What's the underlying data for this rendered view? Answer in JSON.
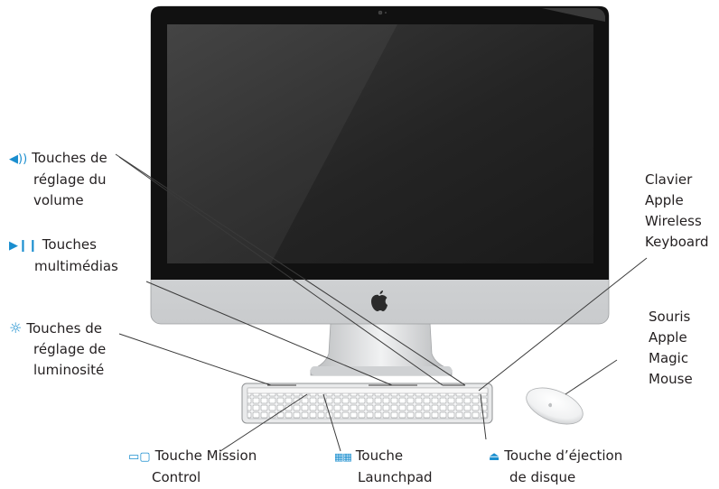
{
  "labels": {
    "volume": [
      "Touches de",
      "réglage du",
      "volume"
    ],
    "media": [
      "Touches",
      "multimédias"
    ],
    "brightness": [
      "Touches de",
      "réglage de",
      "luminosité"
    ],
    "keyboard": [
      "Clavier",
      "Apple",
      "Wireless",
      "Keyboard"
    ],
    "mouse": [
      "Souris",
      "Apple",
      "Magic",
      "Mouse"
    ],
    "mission": [
      "Touche Mission",
      "Control"
    ],
    "launchpad": [
      "Touche",
      "Launchpad"
    ],
    "eject": [
      "Touche d’éjection",
      "de disque"
    ]
  },
  "icons": {
    "volume": "speaker-icon",
    "media": "play-pause-icon",
    "brightness": "sun-icon",
    "mission": "mission-control-icon",
    "launchpad": "launchpad-grid-icon",
    "eject": "eject-icon"
  },
  "colors": {
    "accent": "#1a8ecf"
  }
}
